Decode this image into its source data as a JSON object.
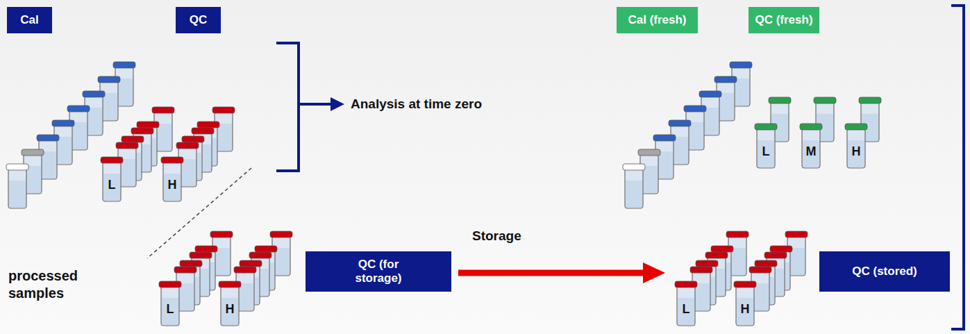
{
  "diagram": {
    "nodes": [
      {
        "text": [
          "Cal"
        ]
      },
      {
        "text": [
          "QC"
        ]
      },
      {
        "text": [
          "Cal (fresh)"
        ]
      },
      {
        "text": [
          "QC (fresh)"
        ]
      },
      {
        "text": [
          "QC (for storage)"
        ]
      },
      {
        "text": [
          "QC (stored)"
        ]
      }
    ],
    "labels": [
      "Analysis at time zero",
      "L",
      "H",
      "L",
      "M",
      "H",
      "processed samples",
      "L",
      "H",
      "Storage",
      "L",
      "H"
    ]
  }
}
